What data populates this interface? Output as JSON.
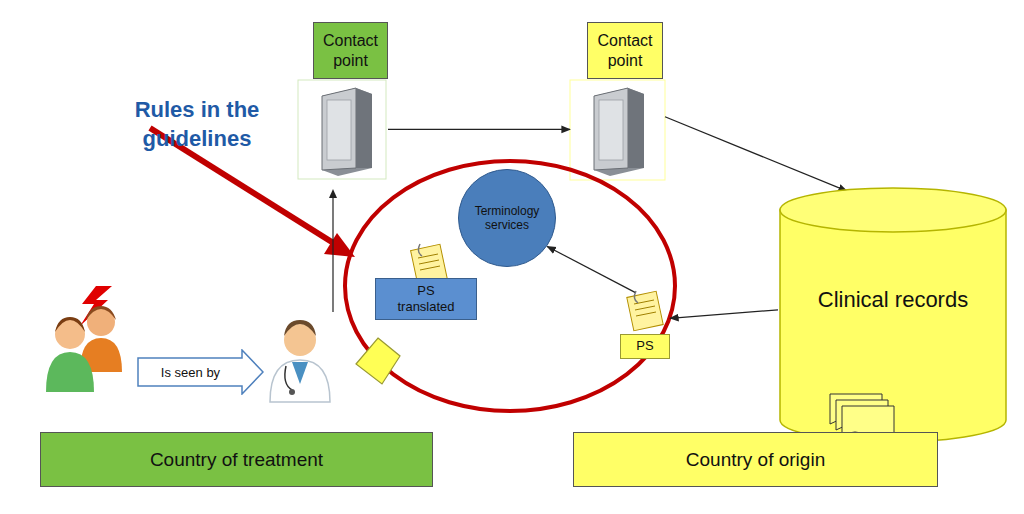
{
  "diagram": {
    "nodes": [
      {
        "text": [
          "Contact point"
        ]
      },
      {
        "text": [
          "Contact point"
        ]
      },
      {
        "text": [
          "Clinical records"
        ]
      },
      {
        "text": [
          "Terminology services"
        ]
      },
      {
        "text": [
          "PS translated"
        ]
      },
      {
        "text": [
          "PS"
        ]
      },
      {
        "text": [
          "Is seen by"
        ]
      },
      {
        "text": [
          "Country of treatment"
        ]
      },
      {
        "text": [
          "Country of origin"
        ]
      }
    ],
    "edges": [
      {
        "from": 0,
        "to": 1,
        "arrow": "to"
      },
      {
        "from": 1,
        "to": 2,
        "arrow": "to"
      },
      {
        "from": 2,
        "to": 5,
        "arrow": "to"
      },
      {
        "from": 5,
        "to": 3,
        "arrow": "to"
      }
    ],
    "labels": [
      "Rules in the guidelines"
    ]
  }
}
